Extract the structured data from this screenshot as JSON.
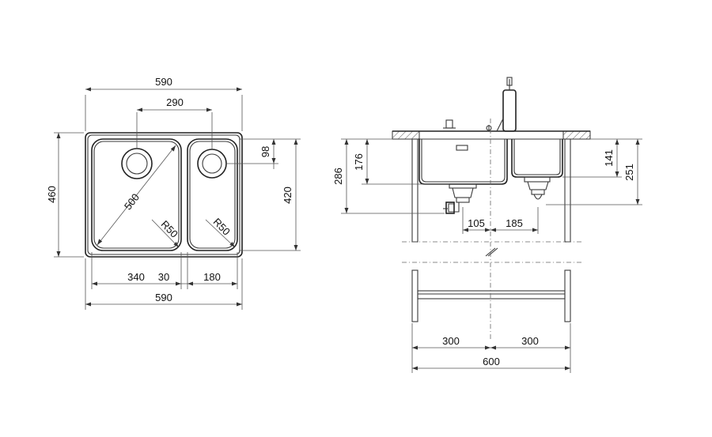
{
  "top_view": {
    "outer_width": "590",
    "bowl_centers": "290",
    "large_bowl_width": "340",
    "divider_width": "30",
    "small_bowl_width": "180",
    "overall_width": "590",
    "height": "460",
    "bowl_height": "420",
    "drain_offset": "98",
    "diagonal": "500",
    "radius_large": "R50",
    "radius_small": "R50"
  },
  "side_view": {
    "depth_total": "286",
    "depth_large": "176",
    "depth_small": "141",
    "depth_small_total": "251",
    "offset_left": "105",
    "offset_right": "185",
    "cabinet_half_left": "300",
    "cabinet_half_right": "300",
    "cabinet_width": "600"
  }
}
